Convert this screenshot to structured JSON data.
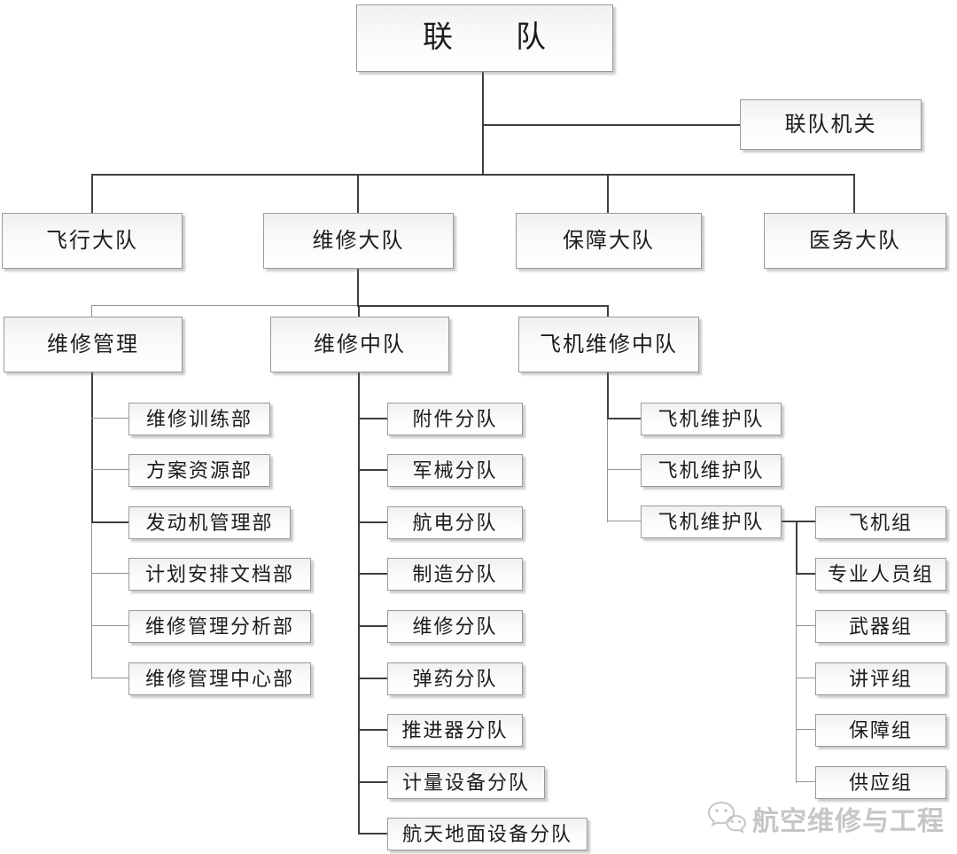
{
  "diagram": {
    "root_label": "联　　队",
    "hq_label": "联队机关",
    "level2": [
      "飞行大队",
      "维修大队",
      "保障大队",
      "医务大队"
    ],
    "level3": [
      "维修管理",
      "维修中队",
      "飞机维修中队"
    ],
    "maintenance_management_departments": [
      "维修训练部",
      "方案资源部",
      "发动机管理部",
      "计划安排文档部",
      "维修管理分析部",
      "维修管理中心部"
    ],
    "maintenance_squadron_units": [
      "附件分队",
      "军械分队",
      "航电分队",
      "制造分队",
      "维修分队",
      "弹药分队",
      "推进器分队",
      "计量设备分队",
      "航天地面设备分队"
    ],
    "aircraft_maintenance_squadron_teams": [
      "飞机维护队",
      "飞机维护队",
      "飞机维护队"
    ],
    "maintenance_team_groups": [
      "飞机组",
      "专业人员组",
      "武器组",
      "讲评组",
      "保障组",
      "供应组"
    ]
  },
  "watermark": {
    "text": "航空维修与工程",
    "icon": "wechat-icon"
  }
}
